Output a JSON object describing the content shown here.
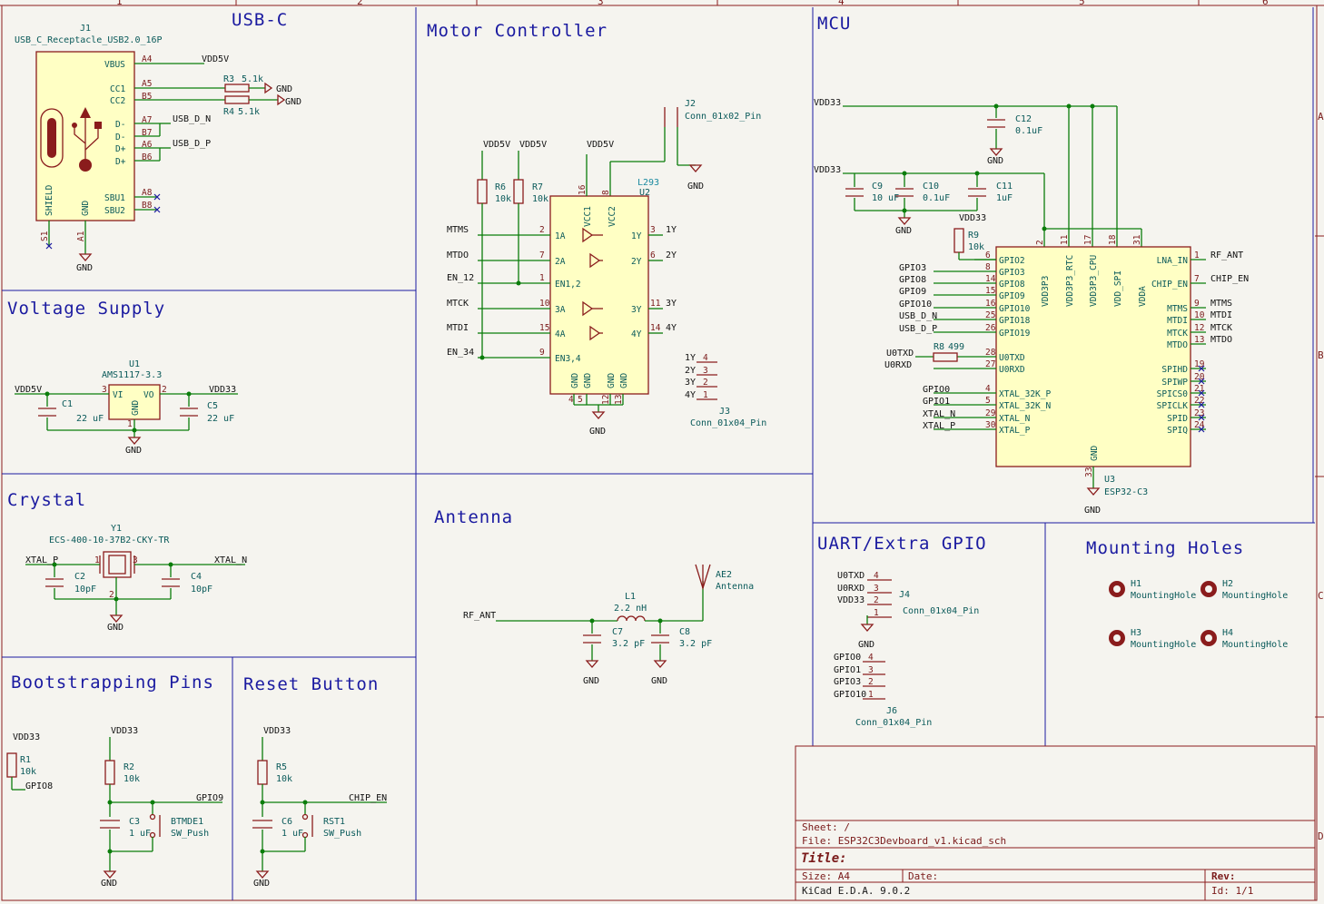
{
  "sections": {
    "usbc": "USB-C",
    "motor": "Motor Controller",
    "mcu": "MCU",
    "vsupply": "Voltage Supply",
    "crystal": "Crystal",
    "antenna": "Antenna",
    "uart": "UART/Extra GPIO",
    "mounting": "Mounting Holes",
    "boot": "Bootstrapping Pins",
    "reset": "Reset Button"
  },
  "usbc": {
    "ref": "J1",
    "val": "USB_C_Receptacle_USB2.0_16P",
    "pins": [
      "VBUS",
      "CC1",
      "CC2",
      "D-",
      "D-",
      "D+",
      "D+",
      "SBU1",
      "SBU2"
    ],
    "pinnums": [
      "A4",
      "A5",
      "B5",
      "A7",
      "B7",
      "A6",
      "B6",
      "A8",
      "B8"
    ],
    "shield": "SHIELD",
    "gndlbl": "GND",
    "s1": "S1",
    "a1": "A1",
    "nets": {
      "vdd5v": "VDD5V",
      "usbdn": "USB_D_N",
      "usbdp": "USB_D_P",
      "gnd": "GND"
    },
    "r3": "R3",
    "r3v": "5.1k",
    "r4": "R4",
    "r4v": "5.1k"
  },
  "motor": {
    "u2": "U2",
    "u2v": "L293",
    "r6": "R6",
    "r6v": "10k",
    "r7": "R7",
    "r7v": "10k",
    "vdd5v": "VDD5V",
    "gnd": "GND",
    "j2": "J2",
    "j2v": "Conn_01x02_Pin",
    "j3": "J3",
    "j3v": "Conn_01x04_Pin",
    "left_nets": [
      "MTMS",
      "MTDO",
      "EN_12",
      "MTCK",
      "MTDI",
      "EN_34"
    ],
    "left_pins": [
      "2",
      "7",
      "1",
      "10",
      "15",
      "9"
    ],
    "left_names": [
      "1A",
      "2A",
      "EN1,2",
      "3A",
      "4A",
      "EN3,4"
    ],
    "right_nets": [
      "1Y",
      "2Y",
      "3Y",
      "4Y"
    ],
    "right_pins": [
      "3",
      "6",
      "11",
      "14"
    ],
    "right_names": [
      "1Y",
      "2Y",
      "3Y",
      "4Y"
    ],
    "top_pins": [
      "16",
      "8"
    ],
    "top_names": [
      "VCC1",
      "VCC2"
    ],
    "gnd_pins": [
      "4",
      "5",
      "12",
      "13"
    ],
    "j3_nets": [
      "1Y",
      "2Y",
      "3Y",
      "4Y"
    ],
    "j3_pins": [
      "4",
      "3",
      "2",
      "1"
    ]
  },
  "mcu": {
    "u3": "U3",
    "u3v": "ESP32-C3",
    "vdd33": "VDD33",
    "gnd": "GND",
    "c12": "C12",
    "c12v": "0.1uF",
    "c9": "C9",
    "c9v": "10 uF",
    "c10": "C10",
    "c10v": "0.1uF",
    "c11": "C11",
    "c11v": "1uF",
    "r9": "R9",
    "r9v": "10k",
    "r8": "R8",
    "r8v": "499",
    "left_names": [
      "GPIO2",
      "GPIO3",
      "GPIO8",
      "GPIO9",
      "GPIO10",
      "GPIO18",
      "GPIO19",
      "U0TXD",
      "U0RXD",
      "XTAL_32K_P",
      "XTAL_32K_N",
      "XTAL_N",
      "XTAL_P"
    ],
    "left_pins": [
      "6",
      "8",
      "14",
      "15",
      "16",
      "25",
      "26",
      "28",
      "27",
      "4",
      "5",
      "29",
      "30"
    ],
    "left_nets": [
      "",
      "GPIO3",
      "GPIO8",
      "GPIO9",
      "GPIO10",
      "USB_D_N",
      "USB_D_P",
      "U0TXD",
      "U0RXD",
      "GPIO0",
      "GPIO1",
      "XTAL_N",
      "XTAL_P"
    ],
    "top_names": [
      "VDD3P3",
      "VDD3P3_RTC",
      "VDD3P3_CPU",
      "VDD_SPI",
      "VDDA"
    ],
    "top_pins": [
      "2",
      "11",
      "17",
      "18",
      "31"
    ],
    "right_names": [
      "LNA_IN",
      "CHIP_EN",
      "MTMS",
      "MTDI",
      "MTCK",
      "MTDO",
      "SPIHD",
      "SPIWP",
      "SPICS0",
      "SPICLK",
      "SPID",
      "SPIQ"
    ],
    "right_pins": [
      "1",
      "7",
      "9",
      "10",
      "12",
      "13",
      "19",
      "20",
      "21",
      "22",
      "23",
      "24"
    ],
    "right_nets": [
      "RF_ANT",
      "CHIP_EN",
      "MTMS",
      "MTDI",
      "MTCK",
      "MTDO",
      "",
      "",
      "",
      "",
      "",
      ""
    ],
    "bottom_name": "GND",
    "bottom_pin": "33"
  },
  "vsupply": {
    "u1": "U1",
    "u1v": "AMS1117-3.3",
    "vi": "VI",
    "vo": "VO",
    "gndp": "GND",
    "p3": "3",
    "p2": "2",
    "p1": "1",
    "c1": "C1",
    "c1v": "22 uF",
    "c5": "C5",
    "c5v": "22 uF",
    "vdd5v": "VDD5V",
    "vdd33": "VDD33",
    "gnd": "GND"
  },
  "crystal": {
    "y1": "Y1",
    "y1v": "ECS-400-10-37B2-CKY-TR",
    "xp": "XTAL_P",
    "xn": "XTAL_N",
    "c2": "C2",
    "c2v": "10pF",
    "c4": "C4",
    "c4v": "10pF",
    "gnd": "GND",
    "p1": "1",
    "p3": "3",
    "p2": "2"
  },
  "antenna": {
    "rf": "RF_ANT",
    "l1": "L1",
    "l1v": "2.2 nH",
    "c7": "C7",
    "c7v": "3.2 pF",
    "c8": "C8",
    "c8v": "3.2 pF",
    "ae2": "AE2",
    "ae2v": "Antenna",
    "gnd": "GND"
  },
  "uart": {
    "j4": "J4",
    "j4v": "Conn_01x04_Pin",
    "j4_nets": [
      "U0TXD",
      "U0RXD",
      "VDD33",
      ""
    ],
    "j4_pins": [
      "4",
      "3",
      "2",
      "1"
    ],
    "j6": "J6",
    "j6v": "Conn_01x04_Pin",
    "j6_nets": [
      "GPIO0",
      "GPIO1",
      "GPIO3",
      "GPIO10"
    ],
    "j6_pins": [
      "4",
      "3",
      "2",
      "1"
    ],
    "gnd": "GND"
  },
  "mounting": {
    "holes": [
      {
        "ref": "H1",
        "val": "MountingHole"
      },
      {
        "ref": "H2",
        "val": "MountingHole"
      },
      {
        "ref": "H3",
        "val": "MountingHole"
      },
      {
        "ref": "H4",
        "val": "MountingHole"
      }
    ]
  },
  "boot": {
    "vdd33": "VDD33",
    "r1": "R1",
    "r1v": "10k",
    "gpio8": "GPIO8",
    "r2": "R2",
    "r2v": "10k",
    "c3": "C3",
    "c3v": "1 uF",
    "sw": "BTMDE1",
    "swv": "SW_Push",
    "gpio9": "GPIO9",
    "gnd": "GND"
  },
  "reset": {
    "vdd33": "VDD33",
    "r5": "R5",
    "r5v": "10k",
    "c6": "C6",
    "c6v": "1 uF",
    "sw": "RST1",
    "swv": "SW_Push",
    "chipen": "CHIP_EN",
    "gnd": "GND"
  },
  "titleblock": {
    "sheet": "Sheet: /",
    "file": "File: ESP32C3Devboard_v1.kicad_sch",
    "title": "Title:",
    "size": "Size: A4",
    "date": "Date:",
    "rev": "Rev:",
    "tool": "KiCad E.D.A. 9.0.2",
    "id": "Id: 1/1"
  },
  "frame": {
    "cols": [
      "1",
      "2",
      "3",
      "4",
      "5",
      "6"
    ],
    "rows": [
      "A",
      "B",
      "C",
      "D"
    ]
  },
  "colors": {
    "wire": "#0b7d0b",
    "component": "#8a1c1c",
    "body": "#ffffc4",
    "border": "#1a1aa0",
    "background": "#f5f4ef"
  }
}
